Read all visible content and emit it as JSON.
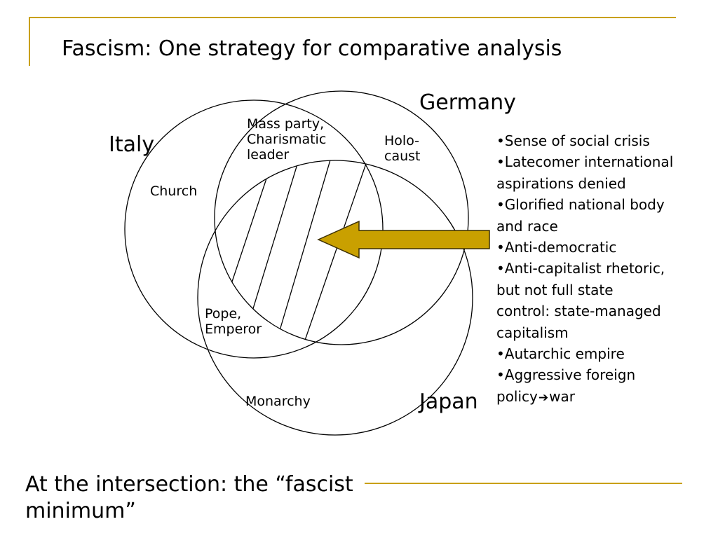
{
  "colors": {
    "gold": "#c9a000",
    "arrow_fill": "#c9a000",
    "arrow_stroke": "#3d3000",
    "line": "#000000"
  },
  "title": "Fascism:  One strategy for comparative analysis",
  "labels": {
    "italy": "Italy",
    "germany": "Germany",
    "japan": "Japan",
    "church": "Church",
    "mass_party_1": "Mass party,",
    "mass_party_2": "Charismatic",
    "mass_party_3": "leader",
    "holocaust_1": "Holo-",
    "holocaust_2": "caust",
    "pope_1": "Pope,",
    "pope_2": "Emperor",
    "monarchy": "Monarchy"
  },
  "bullets": [
    "•Sense of social crisis",
    "•Latecomer international",
    "aspirations denied",
    "•Glorified national body",
    "and race",
    "•Anti-democratic",
    "•Anti-capitalist rhetoric,",
    "but not full state",
    "control: state-managed",
    "capitalism",
    "•Autarchic empire",
    "•Aggressive foreign"
  ],
  "last_bullet": {
    "before": "policy",
    "arrow_icon": "right-arrow-icon",
    "after": "war"
  },
  "footer": {
    "line1": "At the intersection:  the “fascist",
    "line2": "minimum”"
  }
}
